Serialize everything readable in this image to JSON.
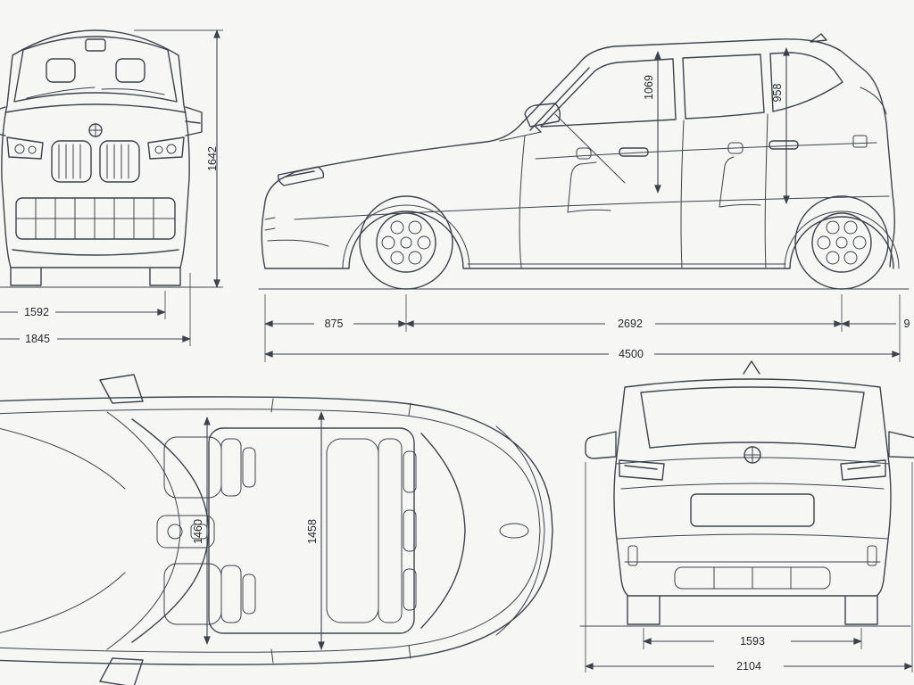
{
  "page": {
    "background_color": "#f6f6f4",
    "line_color": "#3d434b",
    "content": "vehicle dimension blueprint, four orthographic views of an SUV"
  },
  "dimensions": {
    "front_view": {
      "overall_height": "1642",
      "front_track": "1592",
      "body_width": "1845"
    },
    "side_view": {
      "cabin_height_front": "1069",
      "cabin_height_rear": "958",
      "front_overhang": "875",
      "wheelbase": "2692",
      "rear_overhang_cut": "9",
      "overall_length": "4500"
    },
    "top_view": {
      "interior_width_front": "1460",
      "interior_width_rear": "1458"
    },
    "rear_view": {
      "rear_track": "1593",
      "width_incl_mirrors": "2104"
    }
  }
}
